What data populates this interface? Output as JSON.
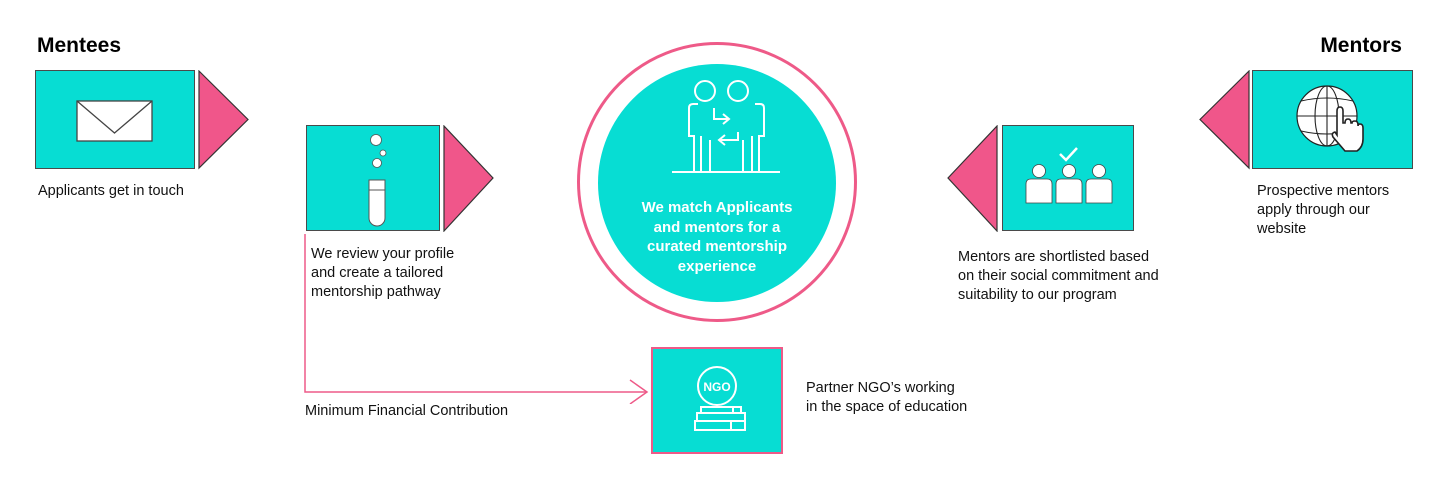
{
  "colors": {
    "teal": "#07ddd3",
    "pink": "#f0568a",
    "ring": "#ee5a88",
    "text": "#111111"
  },
  "headings": {
    "mentees": "Mentees",
    "mentors": "Mentors"
  },
  "steps": {
    "applicants": {
      "caption": "Applicants get in touch",
      "icon": "envelope-icon"
    },
    "review": {
      "caption_lines": [
        "We review your profile",
        "and create a tailored",
        "mentorship pathway"
      ],
      "icon": "test-tube-icon"
    },
    "match": {
      "text_lines": [
        "We match Applicants",
        "and mentors for a",
        "curated mentorship",
        "experience"
      ],
      "icon": "people-exchange-icon"
    },
    "shortlist": {
      "caption_lines": [
        "Mentors are shortlisted based",
        "on their social commitment and",
        "suitability to our program"
      ],
      "icon": "shortlisted-people-icon"
    },
    "prospective": {
      "caption_lines": [
        "Prospective mentors",
        "apply through our",
        "website"
      ],
      "icon": "globe-click-icon"
    },
    "ngo": {
      "caption_lines": [
        "Partner NGO’s working",
        "in the space of education"
      ],
      "icon_label": "NGO",
      "icon": "ngo-books-icon"
    }
  },
  "connector": {
    "label": "Minimum Financial Contribution"
  }
}
